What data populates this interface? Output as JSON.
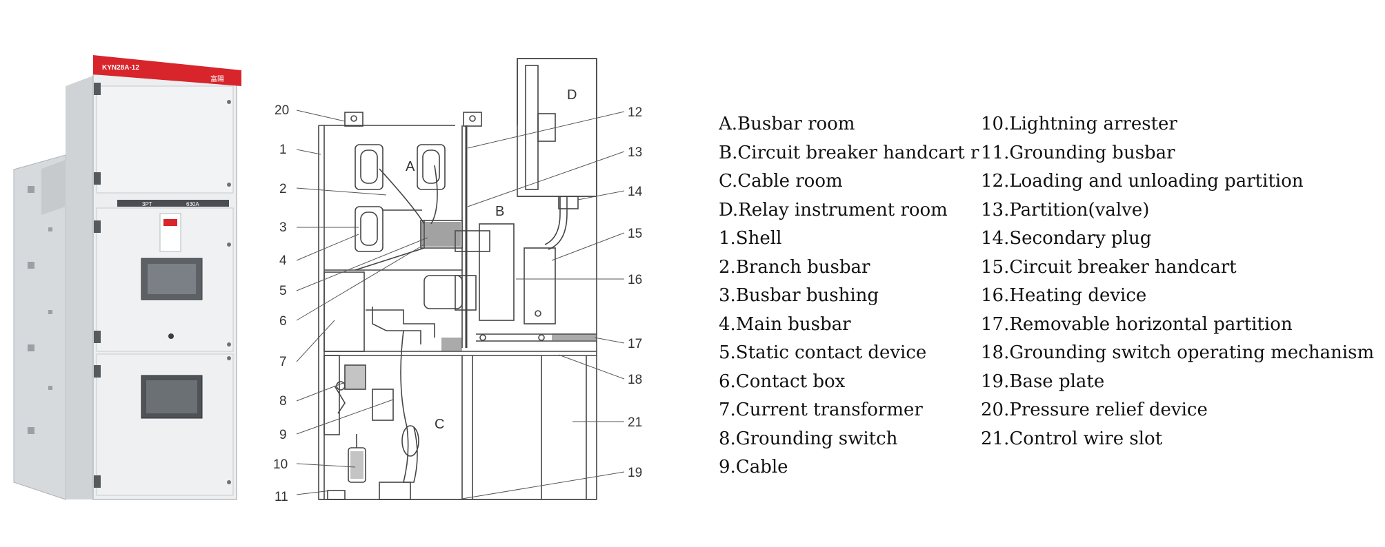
{
  "photo": {
    "model_label": "KYN28A-12",
    "brand_text": "富陽",
    "rating_left": "3PT",
    "rating_right": "630A"
  },
  "diagram": {
    "rooms": {
      "a": "A",
      "b": "B",
      "c": "C",
      "d": "D"
    },
    "callouts": [
      "20",
      "1",
      "2",
      "3",
      "4",
      "5",
      "6",
      "7",
      "8",
      "9",
      "10",
      "11",
      "12",
      "13",
      "14",
      "15",
      "16",
      "17",
      "18",
      "21",
      "19"
    ]
  },
  "legend": {
    "left": [
      "A.Busbar room",
      "B.Circuit breaker handcart room",
      "C.Cable room",
      "D.Relay instrument room",
      "1.Shell",
      "2.Branch busbar",
      "3.Busbar bushing",
      "4.Main busbar",
      "5.Static contact device",
      "6.Contact box",
      "7.Current transformer",
      "8.Grounding switch",
      "9.Cable"
    ],
    "right": [
      "10.Lightning arrester",
      "11.Grounding busbar",
      "12.Loading and unloading partition",
      "13.Partition(valve)",
      "14.Secondary plug",
      "15.Circuit breaker handcart",
      "16.Heating device",
      "17.Removable horizontal partition",
      "18.Grounding switch operating mechanism",
      "19.Base plate",
      "20.Pressure relief device",
      "21.Control wire slot"
    ]
  },
  "colors": {
    "cabinet_red": "#d8242b",
    "cabinet_grey": "#e6e8ea",
    "line": "#444444"
  }
}
